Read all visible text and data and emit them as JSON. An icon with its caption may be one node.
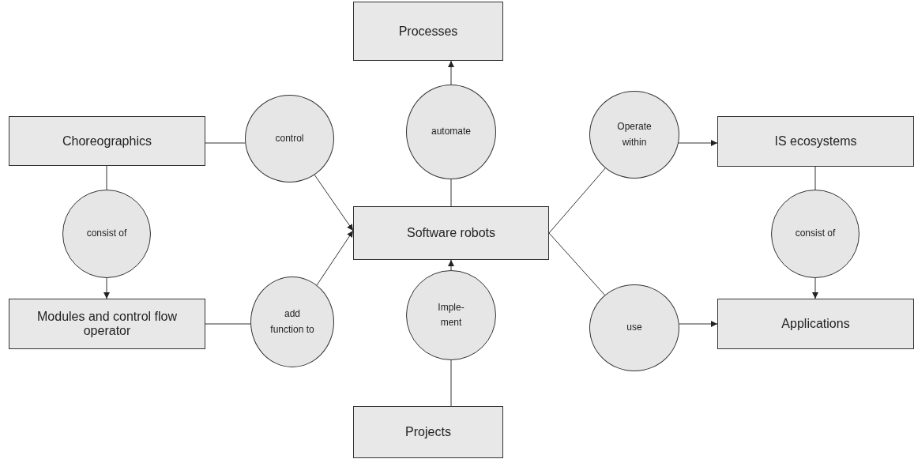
{
  "diagram": {
    "nodes": [
      {
        "text": [
          "Processes"
        ]
      },
      {
        "text": [
          "Choreographics"
        ]
      },
      {
        "text": [
          "control"
        ]
      },
      {
        "text": [
          "automate"
        ]
      },
      {
        "text": [
          "Operate within"
        ]
      },
      {
        "text": [
          "IS ecosystems"
        ]
      },
      {
        "text": [
          "Software robots"
        ]
      },
      {
        "text": [
          "consist of"
        ]
      },
      {
        "text": [
          "consist of"
        ]
      },
      {
        "text": [
          "Modules and control flow operator"
        ]
      },
      {
        "text": [
          "add function to"
        ]
      },
      {
        "text": [
          "Imple- ment"
        ]
      },
      {
        "text": [
          "use"
        ]
      },
      {
        "text": [
          "Applications"
        ]
      },
      {
        "text": [
          "Projects"
        ]
      }
    ],
    "edges": [
      {
        "from": 1,
        "to": 2,
        "arrow": "none"
      },
      {
        "from": 2,
        "to": 6,
        "arrow": "to"
      },
      {
        "from": 6,
        "to": 3,
        "arrow": "none"
      },
      {
        "from": 3,
        "to": 0,
        "arrow": "to"
      },
      {
        "from": 6,
        "to": 4,
        "arrow": "none"
      },
      {
        "from": 4,
        "to": 5,
        "arrow": "to"
      },
      {
        "from": 1,
        "to": 7,
        "arrow": "none"
      },
      {
        "from": 7,
        "to": 9,
        "arrow": "to"
      },
      {
        "from": 5,
        "to": 8,
        "arrow": "none"
      },
      {
        "from": 8,
        "to": 13,
        "arrow": "to"
      },
      {
        "from": 9,
        "to": 10,
        "arrow": "none"
      },
      {
        "from": 10,
        "to": 6,
        "arrow": "to"
      },
      {
        "from": 14,
        "to": 11,
        "arrow": "none"
      },
      {
        "from": 11,
        "to": 6,
        "arrow": "to"
      },
      {
        "from": 6,
        "to": 12,
        "arrow": "none"
      },
      {
        "from": 12,
        "to": 13,
        "arrow": "to"
      }
    ]
  }
}
